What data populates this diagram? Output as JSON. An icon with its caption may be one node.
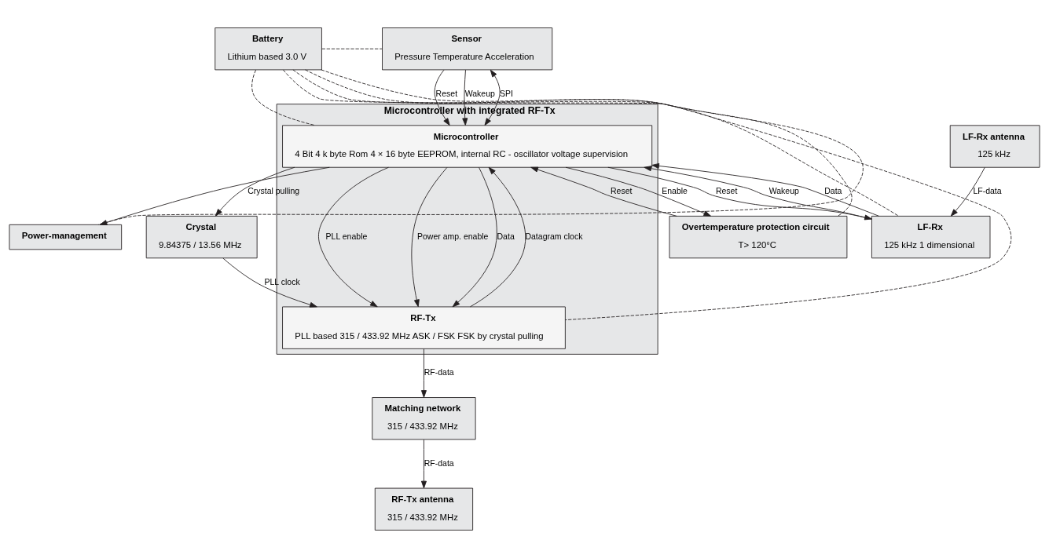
{
  "diagram": {
    "nodes": [
      {
        "text": [
          "Microcontroller with integrated RF-Tx"
        ]
      },
      {
        "text": [
          "Sensor",
          "Pressure Temperature Acceleration"
        ]
      },
      {
        "text": [
          "Microcontroller",
          "4 Bit 4 k byte Rom 4 × 16 byte EEPROM, internal RC - oscillator voltage supervision"
        ],
        "in": 0
      },
      {
        "text": [
          "RF-Tx",
          "PLL based 315 / 433.92 MHz ASK / FSK FSK by crystal pulling"
        ],
        "in": 0
      },
      {
        "text": [
          "RF-Tx antenna",
          "315 / 433.92 MHz"
        ]
      },
      {
        "text": [
          "LF-Rx",
          "125 kHz 1 dimensional"
        ]
      },
      {
        "text": [
          "Matching network",
          "315 / 433.92 MHz"
        ]
      },
      {
        "text": [
          "LF-Rx antenna",
          "125 kHz"
        ]
      },
      {
        "text": [
          "Overtemperature protection circuit",
          "T> 120°C"
        ]
      },
      {
        "text": [
          "Power-management"
        ]
      },
      {
        "text": [
          "Crystal",
          "9.84375 / 13.56 MHz"
        ]
      },
      {
        "text": [
          "Battery",
          "Lithium based 3.0 V"
        ]
      }
    ],
    "edges": [
      {
        "from": 1,
        "to": 2,
        "arrow": "to",
        "label": "Wakeup"
      },
      {
        "from": 1,
        "to": 2,
        "arrow": "both",
        "label": "SPI"
      },
      {
        "from": 1,
        "to": 2,
        "arrow": "to",
        "label": "Reset"
      },
      {
        "from": 2,
        "to": 3,
        "arrow": "to",
        "label": "PLL enable"
      },
      {
        "from": 2,
        "to": 3,
        "arrow": "to",
        "label": "Power amp. enable"
      },
      {
        "from": 2,
        "to": 3,
        "arrow": "to",
        "label": "Data"
      },
      {
        "from": 3,
        "to": 2,
        "arrow": "to",
        "label": "Datagram clock"
      },
      {
        "from": 5,
        "to": 2,
        "arrow": "to",
        "label": "Wakeup"
      },
      {
        "from": 2,
        "to": 5,
        "arrow": "to",
        "label": "Reset"
      },
      {
        "from": 5,
        "to": 2,
        "arrow": "to",
        "label": "Data"
      },
      {
        "from": 7,
        "to": 5,
        "arrow": "to",
        "label": "LF-data"
      },
      {
        "from": 2,
        "to": 8,
        "arrow": "to",
        "label": "Enable"
      },
      {
        "from": 8,
        "to": 2,
        "arrow": "to",
        "label": "Reset"
      },
      {
        "from": 2,
        "to": 9,
        "arrow": "to"
      },
      {
        "from": 2,
        "to": 10,
        "arrow": "to",
        "label": "Crystal pulling"
      },
      {
        "from": 10,
        "to": 3,
        "arrow": "to",
        "label": "PLL clock"
      },
      {
        "from": 3,
        "to": 6,
        "arrow": "to",
        "label": "RF-data"
      },
      {
        "from": 6,
        "to": 4,
        "arrow": "to",
        "label": "RF-data"
      },
      {
        "from": 11,
        "to": 3,
        "arrow": "none",
        "style": "dashed"
      },
      {
        "from": 11,
        "to": 8,
        "arrow": "none",
        "style": "dashed"
      },
      {
        "from": 11,
        "to": 9,
        "arrow": "none",
        "style": "dashed"
      },
      {
        "from": 11,
        "to": 1,
        "arrow": "none",
        "style": "dashed"
      },
      {
        "from": 11,
        "to": 2,
        "arrow": "none",
        "style": "dashed"
      },
      {
        "from": 11,
        "to": 5,
        "arrow": "none",
        "style": "dashed"
      }
    ]
  }
}
